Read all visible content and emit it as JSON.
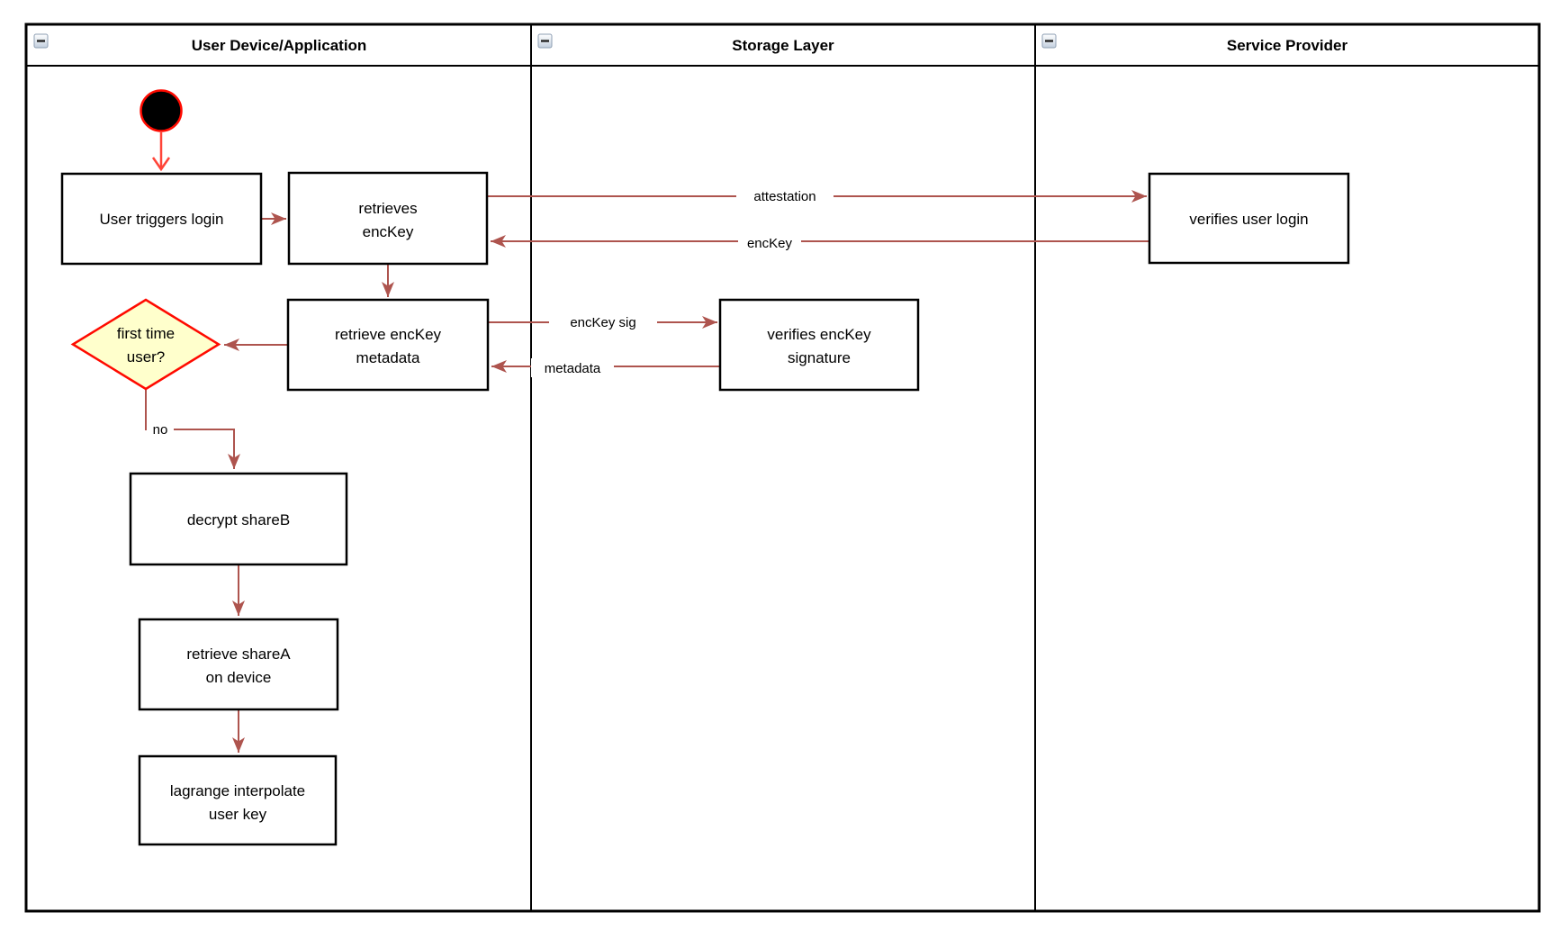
{
  "lanes": {
    "lane1": {
      "title": "User Device/Application"
    },
    "lane2": {
      "title": "Storage Layer"
    },
    "lane3": {
      "title": "Service Provider"
    }
  },
  "nodes": {
    "user_triggers_login": {
      "label": "User triggers login"
    },
    "retrieves_enckey": {
      "line1": "retrieves",
      "line2": "encKey"
    },
    "retrieve_enckey_metadata": {
      "line1": "retrieve encKey",
      "line2": "metadata"
    },
    "first_time_user": {
      "line1": "first time",
      "line2": "user?"
    },
    "decrypt_shareb": {
      "label": "decrypt shareB"
    },
    "retrieve_sharea_on_device": {
      "line1": "retrieve shareA",
      "line2": "on device"
    },
    "lagrange_interpolate_user_key": {
      "line1": "lagrange interpolate",
      "line2": "user key"
    },
    "verifies_enckey_signature": {
      "line1": "verifies encKey",
      "line2": "signature"
    },
    "verifies_user_login": {
      "label": "verifies user login"
    }
  },
  "edge_labels": {
    "attestation": "attestation",
    "enckey": "encKey",
    "enckey_sig": "encKey sig",
    "metadata": "metadata",
    "no": "no"
  },
  "icons": {
    "collapse": "minus"
  },
  "colors": {
    "arrow": "#AE544E",
    "start_arrow": "#FF4438",
    "shape_red": "#FF0A00",
    "diamond_fill": "#FFFFCC",
    "border": "#000000"
  }
}
